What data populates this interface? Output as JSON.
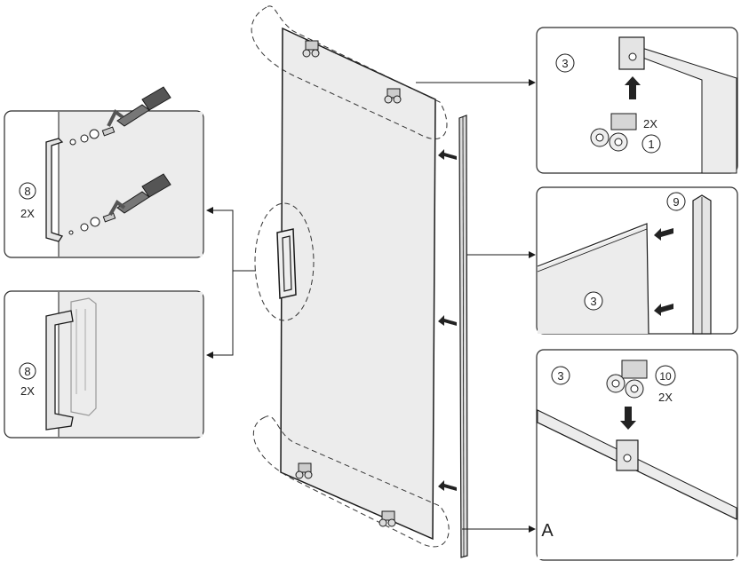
{
  "panel_top_left": {
    "part_number": "8",
    "quantity": "2X"
  },
  "panel_mid_left": {
    "part_number": "8",
    "quantity": "2X"
  },
  "panel_top_right": {
    "step_number": "3",
    "quantity": "2X",
    "part_number": "1"
  },
  "panel_mid_right": {
    "part_number": "9",
    "step_number": "3"
  },
  "panel_bottom_right": {
    "step_number": "3",
    "part_number": "10",
    "quantity": "2X"
  },
  "label_a": "A",
  "colors": {
    "line": "#1a1a1a",
    "glass": "#ececec",
    "panel_border": "#2a2a2a",
    "part": "#cfcfcf",
    "dark_part": "#444444"
  }
}
